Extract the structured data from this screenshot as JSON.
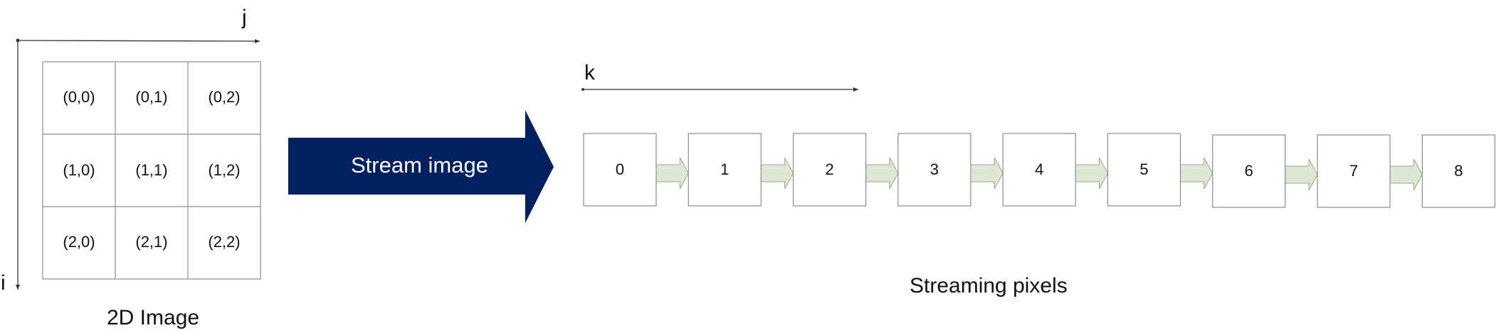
{
  "image_grid": {
    "title": "2D Image",
    "row_axis_label": "i",
    "col_axis_label": "j",
    "cells": [
      [
        "(0,0)",
        "(0,1)",
        "(0,2)"
      ],
      [
        "(1,0)",
        "(1,1)",
        "(1,2)"
      ],
      [
        "(2,0)",
        "(2,1)",
        "(2,2)"
      ]
    ]
  },
  "transition": {
    "label": "Stream image",
    "color": "#002060"
  },
  "stream": {
    "title": "Streaming pixels",
    "index_axis_label": "k",
    "pixels": [
      "0",
      "1",
      "2",
      "3",
      "4",
      "5",
      "6",
      "7",
      "8"
    ],
    "connector_fill": "#dfe6d4",
    "connector_stroke": "#9aa889"
  }
}
